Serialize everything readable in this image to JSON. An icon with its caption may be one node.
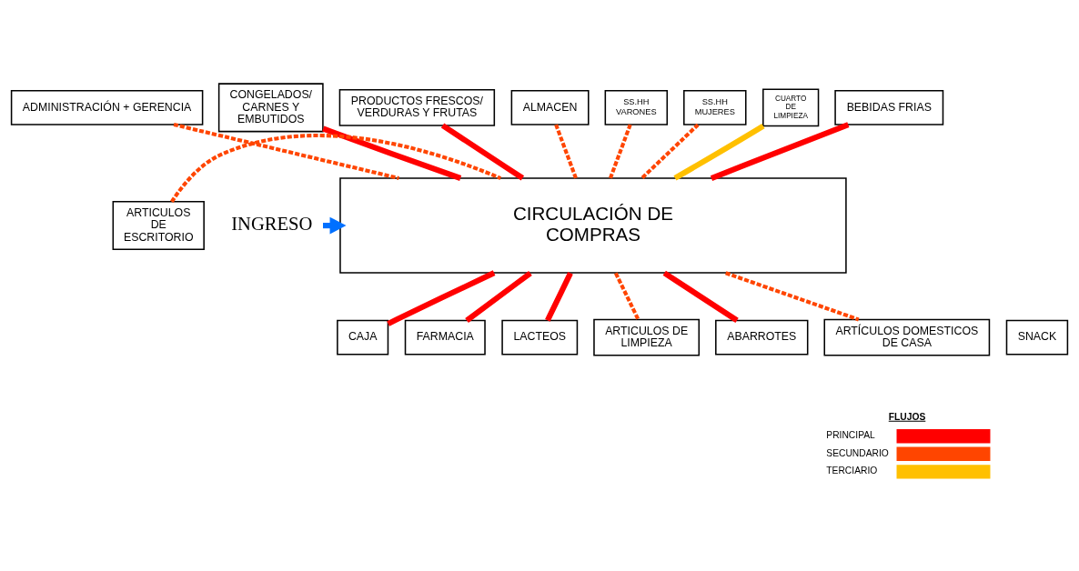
{
  "diagram": {
    "nodes": [
      {
        "text": [
          "ADMINISTRACIÓN + GERENCIA"
        ]
      },
      {
        "text": [
          "CONGELADOS/ CARNES Y EMBUTIDOS"
        ]
      },
      {
        "text": [
          "PRODUCTOS FRESCOS/ VERDURAS Y FRUTAS"
        ]
      },
      {
        "text": [
          "ALMACEN"
        ]
      },
      {
        "text": [
          "SS.HH VARONES"
        ]
      },
      {
        "text": [
          "SS.HH MUJERES"
        ]
      },
      {
        "text": [
          "CUARTO DE LIMPIEZA"
        ]
      },
      {
        "text": [
          "BEBIDAS FRIAS"
        ]
      },
      {
        "text": [
          "ARTICULOS DE ESCRITORIO"
        ]
      },
      {
        "text": [
          "CIRCULACIÓN DE COMPRAS"
        ]
      },
      {
        "text": [
          "INGRESO"
        ]
      },
      {
        "text": [
          "SNACK"
        ]
      },
      {
        "text": [
          "CAJA"
        ]
      },
      {
        "text": [
          "FARMACIA"
        ]
      },
      {
        "text": [
          "LACTEOS"
        ]
      },
      {
        "text": [
          "ARTICULOS DE LIMPIEZA"
        ]
      },
      {
        "text": [
          "ABARROTES"
        ]
      },
      {
        "text": [
          "ARTÍCULOS DOMESTICOS DE CASA"
        ]
      }
    ],
    "edges": [
      {
        "from": 3,
        "to": 9,
        "arrow": "none",
        "style": "dashed",
        "color": "#ff4500"
      },
      {
        "from": 6,
        "to": 9,
        "arrow": "none",
        "color": "#ffc000"
      },
      {
        "from": 4,
        "to": 9,
        "arrow": "none",
        "style": "dashed",
        "color": "#ff4500"
      },
      {
        "from": 5,
        "to": 9,
        "arrow": "none",
        "style": "dashed",
        "color": "#ff4500"
      },
      {
        "from": 0,
        "to": 9,
        "arrow": "none",
        "style": "dashed",
        "color": "#ff4500"
      },
      {
        "from": 1,
        "to": 9,
        "arrow": "none",
        "color": "#ff0000"
      },
      {
        "from": 2,
        "to": 9,
        "arrow": "none",
        "color": "#ff0000"
      },
      {
        "from": 7,
        "to": 9,
        "arrow": "none",
        "color": "#ff0000"
      },
      {
        "from": 8,
        "to": 9,
        "arrow": "none",
        "style": "dashed",
        "color": "#ff4500"
      },
      {
        "from": 10,
        "to": 9,
        "arrow": "to",
        "color": "#0070ff"
      },
      {
        "from": 9,
        "to": 15,
        "arrow": "none",
        "style": "dashed",
        "color": "#ff4500"
      },
      {
        "from": 9,
        "to": 17,
        "arrow": "none",
        "style": "dashed",
        "color": "#ff4500"
      },
      {
        "from": 9,
        "to": 14,
        "arrow": "none",
        "color": "#ff0000"
      },
      {
        "from": 9,
        "to": 16,
        "arrow": "none",
        "color": "#ff0000"
      },
      {
        "from": 9,
        "to": 13,
        "arrow": "none",
        "color": "#ff0000"
      },
      {
        "from": 9,
        "to": 12,
        "arrow": "none",
        "color": "#ff0000"
      }
    ],
    "labels": [
      "FLUJOS"
    ],
    "legend": [
      {
        "text": "PRINCIPAL"
      },
      {
        "text": "SECUNDARIO"
      },
      {
        "text": "TERCIARIO"
      }
    ]
  }
}
